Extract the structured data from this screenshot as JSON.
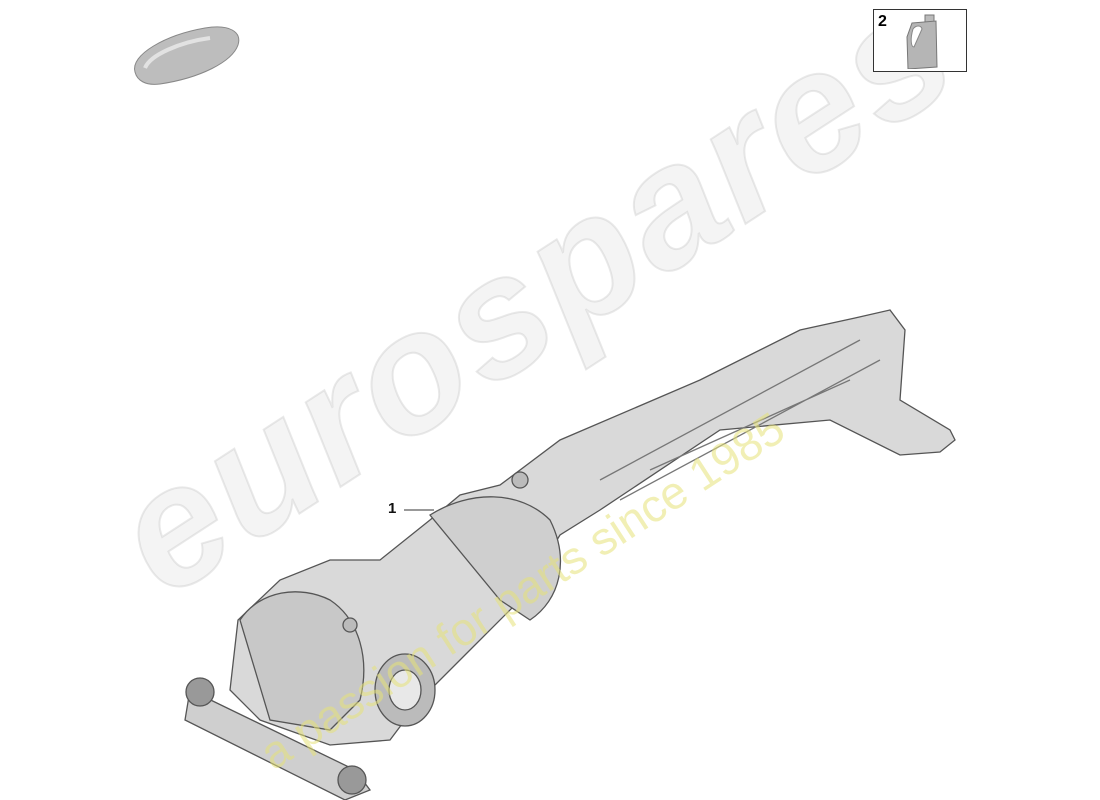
{
  "diagram": {
    "callouts": [
      {
        "label": "1",
        "part": "transmission"
      },
      {
        "label": "2",
        "part": "oil-canister"
      }
    ],
    "colors": {
      "part_fill": "#d8d8d8",
      "part_stroke": "#555555",
      "watermark_text": "#e6e178"
    }
  },
  "watermark": {
    "logo": "eurospares",
    "tagline": "a passion for parts since 1985"
  }
}
